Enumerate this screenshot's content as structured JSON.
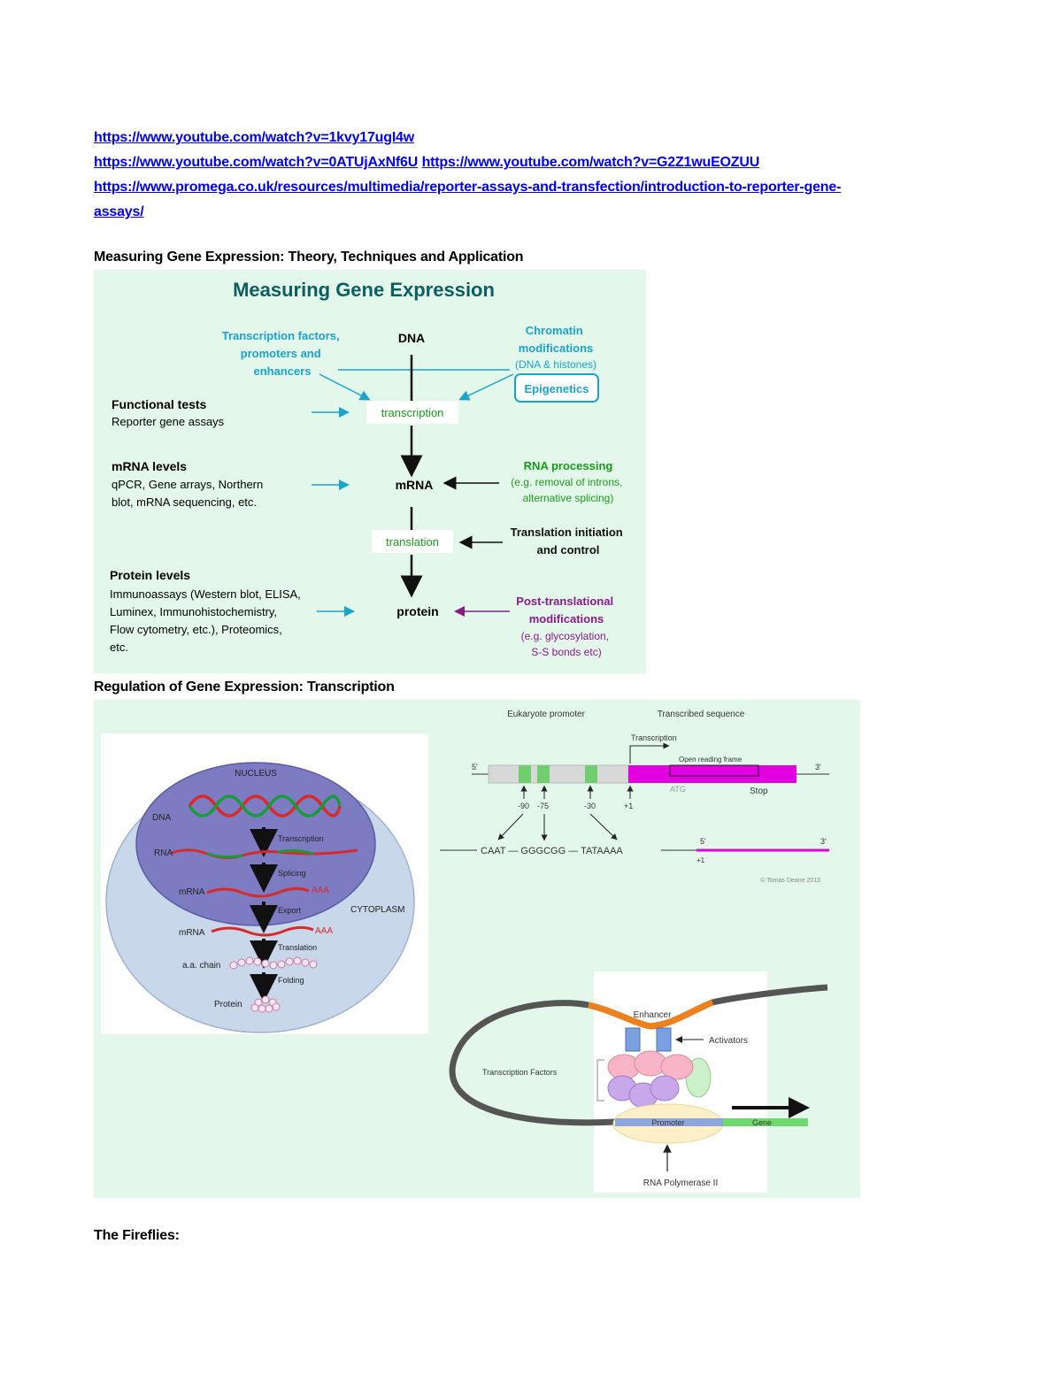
{
  "links": [
    "https://www.youtube.com/watch?v=1kvy17ugI4w",
    "https://www.youtube.com/watch?v=0ATUjAxNf6U",
    "https://www.youtube.com/watch?v=G2Z1wuEOZUU",
    "https://www.promega.co.uk/resources/multimedia/reporter-assays-and-transfection/introduction-to-reporter-gene-",
    "assays/"
  ],
  "headings": {
    "measuring": "Measuring Gene Expression: Theory, Techniques and Application",
    "regulation": "Regulation of Gene Expression: Transcription",
    "fireflies": "The Fireflies:"
  },
  "colors": {
    "panel_bg": "#e3f8ea",
    "teal": "#1aa3cc",
    "green": "#1a9a1a",
    "purple": "#8a1a8a",
    "title": "#0d5f5f"
  },
  "fig1": {
    "title": "Measuring Gene Expression",
    "tf_lines": [
      "Transcription factors,",
      "promoters and",
      "enhancers"
    ],
    "dna": "DNA",
    "chromatin_lines": [
      "Chromatin",
      "modifications"
    ],
    "chromatin_sub": "(DNA & histones)",
    "epigenetics": "Epigenetics",
    "functional_title": "Functional tests",
    "functional_sub": "Reporter gene assays",
    "transcription": "transcription",
    "mrna_levels_title": "mRNA levels",
    "mrna_levels_lines": [
      "qPCR, Gene arrays, Northern",
      "blot, mRNA sequencing, etc."
    ],
    "mrna": "mRNA",
    "rna_processing_title": "RNA processing",
    "rna_processing_lines": [
      "(e.g. removal of introns,",
      "alternative splicing)"
    ],
    "translation": "translation",
    "translation_init_lines": [
      "Translation initiation",
      "and control"
    ],
    "protein_levels_title": "Protein levels",
    "protein_levels_lines": [
      "Immunoassays (Western blot, ELISA,",
      "Luminex, Immunohistochemistry,",
      "Flow cytometry, etc.), Proteomics,",
      "etc."
    ],
    "protein": "protein",
    "ptm_lines": [
      "Post-translational",
      "modifications"
    ],
    "ptm_sub_lines": [
      "(e.g. glycosylation,",
      "S-S bonds etc)"
    ]
  },
  "fig2": {
    "nucleus": "NUCLEUS",
    "cytoplasm": "CYTOPLASM",
    "dna": "DNA",
    "rna": "RNA",
    "mrna": "mRNA",
    "mrna2": "mRNA",
    "aa_chain": "a.a. chain",
    "protein": "Protein",
    "aaa1": "AAA",
    "aaa2": "AAA",
    "steps": [
      "Transcription",
      "Splicing",
      "Export",
      "Translation",
      "Folding"
    ]
  },
  "fig3": {
    "eukaryote_promoter": "Eukaryote promoter",
    "transcribed_sequence": "Transcribed sequence",
    "transcription": "Transcription",
    "orf": "Open reading frame",
    "five": "5'",
    "three": "3'",
    "atg": "ATG",
    "stop": "Stop",
    "positions": [
      "-90",
      "-75",
      "-30",
      "+1"
    ],
    "seq": "CAAT — GGGCGG — TATAAAA",
    "five2": "5'",
    "three2": "3'",
    "plus1": "+1",
    "copyright": "© Tomas Deane 2013"
  },
  "fig4": {
    "enhancer": "Enhancer",
    "activators": "Activators",
    "tf": "Transcription Factors",
    "promoter": "Promoter",
    "gene": "Gene",
    "polymerase": "RNA Polymerase II"
  }
}
